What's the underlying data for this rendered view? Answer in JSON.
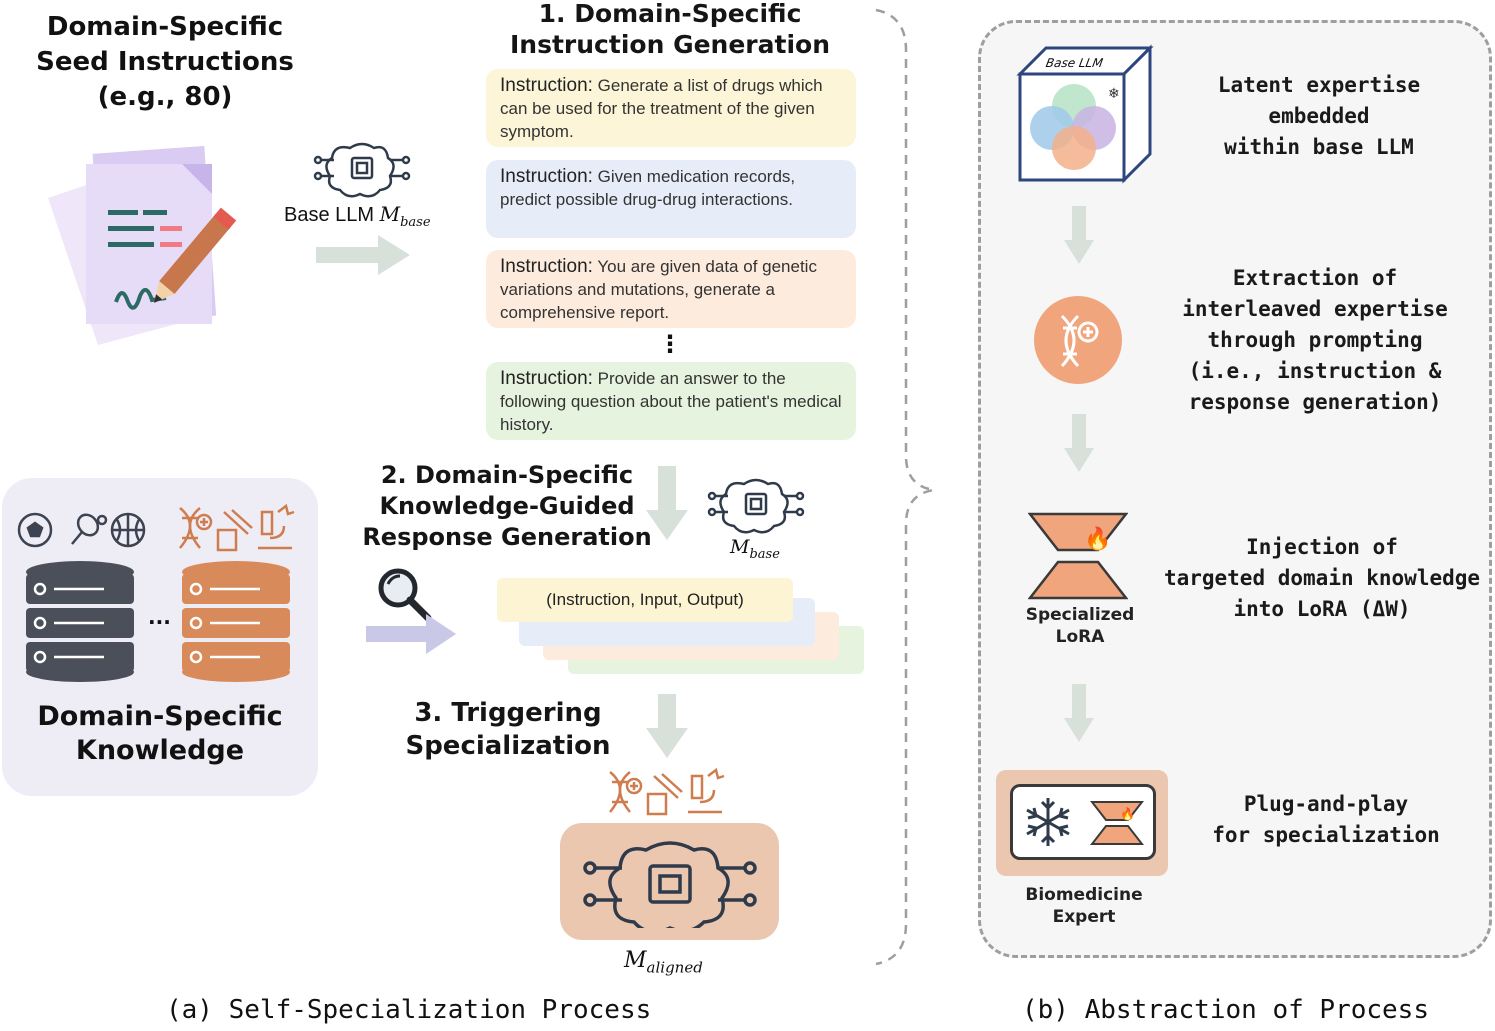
{
  "seed": {
    "title_line1": "Domain-Specific",
    "title_line2": "Seed Instructions",
    "title_line3": "(e.g., 80)"
  },
  "base_llm": {
    "label": "Base LLM",
    "symbol": "M",
    "subscript": "base"
  },
  "step1": {
    "line1": "1. Domain-Specific",
    "line2": "Instruction Generation"
  },
  "instructions": [
    {
      "label": "Instruction:",
      "text": "Generate a list of drugs which can be used for the treatment of the given symptom."
    },
    {
      "label": "Instruction:",
      "text": "Given medication records, predict possible drug-drug interactions."
    },
    {
      "label": "Instruction:",
      "text": "You are given data of genetic variations and mutations, generate a comprehensive report."
    },
    {
      "label": "Instruction:",
      "text": "Provide an answer to the following question about the patient's medical history."
    }
  ],
  "ellipsis_vertical": "⋮",
  "step2": {
    "line1": "2. Domain-Specific",
    "line2": "Knowledge-Guided",
    "line3": "Response Generation"
  },
  "m_base_2": {
    "symbol": "M",
    "subscript": "base"
  },
  "tuple": "(Instruction,  Input,  Output)",
  "knowledge": {
    "title_line1": "Domain-Specific",
    "title_line2": "Knowledge",
    "ellipsis": "···"
  },
  "step3": {
    "line1": "3. Triggering",
    "line2": "Specialization"
  },
  "m_aligned": {
    "symbol": "M",
    "subscript": "aligned"
  },
  "panel_b": {
    "cube_label": "Base LLM",
    "stage1": [
      "Latent expertise",
      "embedded",
      "within base LLM"
    ],
    "stage2": [
      "Extraction of",
      "interleaved expertise",
      "through prompting",
      "(i.e., instruction &",
      "response generation)"
    ],
    "stage3": [
      "Injection of",
      "targeted domain knowledge",
      "into LoRA (ΔW)"
    ],
    "stage4": [
      "Plug-and-play",
      "for specialization"
    ],
    "lora_label_line1": "Specialized",
    "lora_label_line2": "LoRA",
    "expert_label_line1": "Biomedicine",
    "expert_label_line2": "Expert"
  },
  "captions": {
    "a": "(a) Self-Specialization Process",
    "b": "(b) Abstraction of Process"
  },
  "colors": {
    "card_yellow": "#fdf5d7",
    "card_blue": "#e6edf9",
    "card_peach": "#fdebdd",
    "card_green": "#e6f3de",
    "arrow_green": "#d7e1da",
    "arrow_purple": "#c9c8e6",
    "db_dark": "#4a4f5a",
    "db_orange": "#d98a5a",
    "aligned_bg": "#ecc7b0"
  }
}
